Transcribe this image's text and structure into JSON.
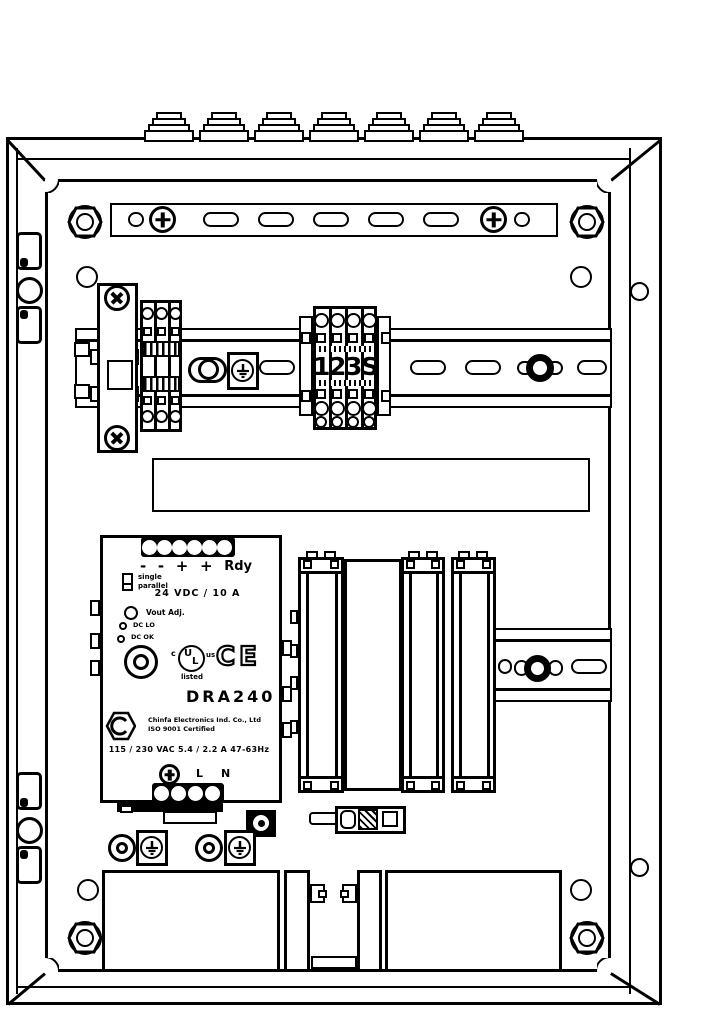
{
  "app": {
    "title": "Electrical enclosure interior line drawing",
    "type": "technical-diagram"
  },
  "colors": {
    "line": "#000000",
    "background": "#ffffff"
  },
  "terminal_block_mid": {
    "labels": [
      "1",
      "2",
      "3",
      "S"
    ]
  },
  "power_supply": {
    "terminals_top": [
      "-",
      "-",
      "+",
      "+",
      "Rdy"
    ],
    "mode_switch": {
      "line1": "single",
      "line2": "parallel"
    },
    "output_rating": "24 VDC / 10 A",
    "vout_label": "Vout Adj.",
    "led_dc_lo": "DC LO",
    "led_dc_ok": "DC OK",
    "ul": {
      "prefix": "c",
      "u": "U",
      "l": "L",
      "suffix": "us",
      "listed": "listed"
    },
    "ce": "CE",
    "model": "DRA240",
    "logo_letter": "C",
    "manufacturer": "Chinfa Electronics Ind. Co., Ltd",
    "certification": "ISO 9001 Certified",
    "input_rating": "115 / 230 VAC 5.4 / 2.2 A 47-63Hz",
    "line": "L",
    "neutral": "N"
  },
  "icons": {
    "ground-symbol": "earth stem with 3 bars",
    "phillips-screw": "circle with cross",
    "hex-bolt": "hexagon nut with washer",
    "cable-gland": "stepped trapezoid",
    "hinge": "hook brackets with pin"
  }
}
